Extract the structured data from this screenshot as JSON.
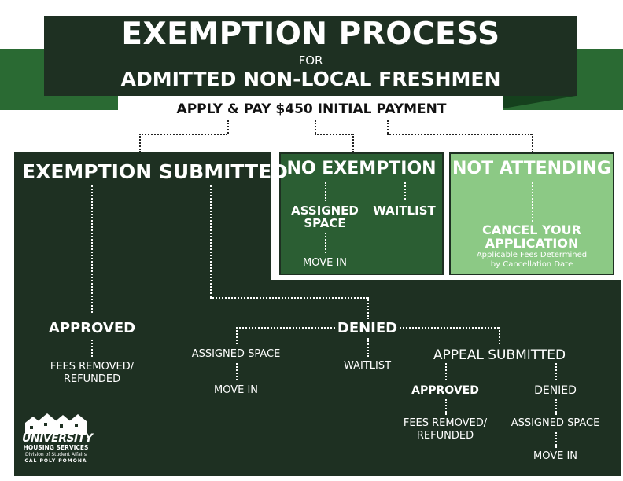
{
  "title": {
    "line1": "EXEMPTION PROCESS",
    "line2": "FOR",
    "line3": "ADMITTED NON-LOCAL FRESHMEN"
  },
  "apply": "APPLY & PAY $450 INITIAL PAYMENT",
  "exemption_submitted": {
    "heading": "EXEMPTION SUBMITTED",
    "approved": "APPROVED",
    "approved_result_1": "FEES REMOVED/",
    "approved_result_2": "REFUNDED",
    "denied": "DENIED",
    "denied_assigned": "ASSIGNED SPACE",
    "denied_move_in": "MOVE IN",
    "denied_waitlist": "WAITLIST",
    "appeal": "APPEAL SUBMITTED",
    "appeal_approved": "APPROVED",
    "appeal_approved_result_1": "FEES REMOVED/",
    "appeal_approved_result_2": "REFUNDED",
    "appeal_denied": "DENIED",
    "appeal_denied_assigned": "ASSIGNED SPACE",
    "appeal_denied_move_in": "MOVE IN"
  },
  "no_exemption": {
    "heading": "NO EXEMPTION",
    "assigned_1": "ASSIGNED",
    "assigned_2": "SPACE",
    "waitlist": "WAITLIST",
    "move_in": "MOVE IN"
  },
  "not_attending": {
    "heading": "NOT ATTENDING",
    "cancel_1": "CANCEL YOUR",
    "cancel_2": "APPLICATION",
    "note_1": "Applicable Fees Determined",
    "note_2": "by Cancellation Date"
  },
  "logo": {
    "line1": "UNIVERSITY",
    "line2": "HOUSING SERVICES",
    "line3": "Division of Student Affairs",
    "line4": "CAL POLY POMONA"
  },
  "colors": {
    "dark_green": "#1e3022",
    "mid_green": "#2b5e33",
    "light_green": "#8cc985",
    "ribbon_green": "#2a6a33"
  }
}
